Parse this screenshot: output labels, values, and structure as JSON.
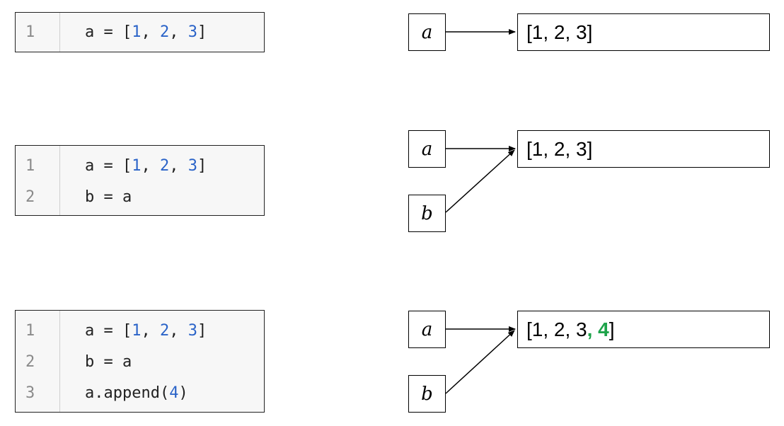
{
  "panels": [
    {
      "code": [
        {
          "num": "1",
          "tokens": [
            "a = [",
            "1",
            ", ",
            "2",
            ", ",
            "3",
            "]"
          ]
        }
      ],
      "vars": [
        "a"
      ],
      "list_text": "[1, 2, 3",
      "list_new": "",
      "list_close": "]"
    },
    {
      "code": [
        {
          "num": "1",
          "tokens": [
            "a = [",
            "1",
            ", ",
            "2",
            ", ",
            "3",
            "]"
          ]
        },
        {
          "num": "2",
          "tokens": [
            "b = a"
          ]
        }
      ],
      "vars": [
        "a",
        "b"
      ],
      "list_text": "[1, 2, 3",
      "list_new": "",
      "list_close": "]"
    },
    {
      "code": [
        {
          "num": "1",
          "tokens": [
            "a = [",
            "1",
            ", ",
            "2",
            ", ",
            "3",
            "]"
          ]
        },
        {
          "num": "2",
          "tokens": [
            "b = a"
          ]
        },
        {
          "num": "3",
          "tokens": [
            "a.append(",
            "4",
            ")"
          ]
        }
      ],
      "vars": [
        "a",
        "b"
      ],
      "list_text": "[1, 2, 3",
      "list_new": ", 4",
      "list_close": "]"
    }
  ],
  "colors": {
    "number": "#2a63c8",
    "line_number": "#8a8a8a",
    "appended_item": "#1ea34a"
  }
}
